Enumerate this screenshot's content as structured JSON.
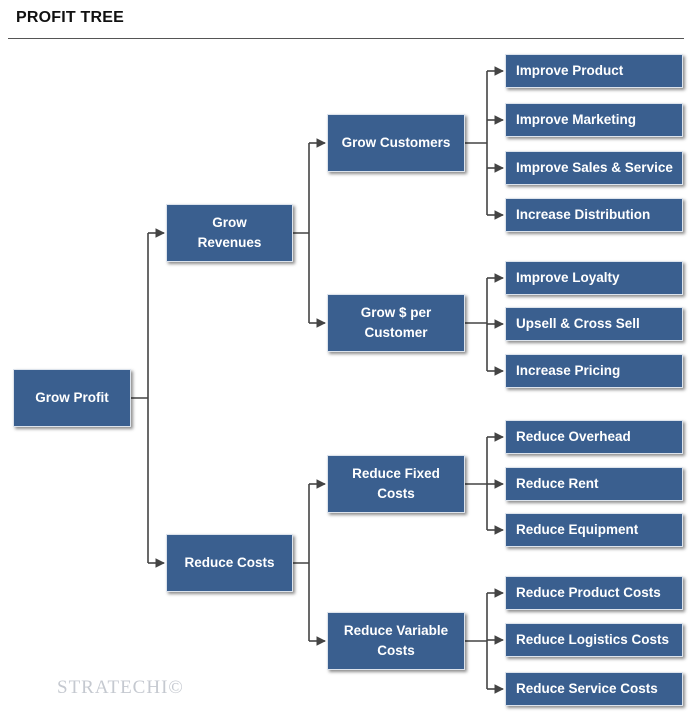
{
  "title": "PROFIT TREE",
  "watermark": "STRATECHI©",
  "colors": {
    "box_fill": "#3a5f8f",
    "line": "#444444",
    "text": "#ffffff"
  },
  "tree": {
    "root": "Grow Profit",
    "level1": {
      "revenues": "Grow\nRevenues",
      "costs": "Reduce Costs"
    },
    "level2": {
      "customers": "Grow Customers",
      "per_customer": "Grow $ per\nCustomer",
      "fixed": "Reduce Fixed\nCosts",
      "variable": "Reduce Variable\nCosts"
    },
    "leaves": {
      "customers": [
        "Improve Product",
        "Improve Marketing",
        "Improve Sales & Service",
        "Increase Distribution"
      ],
      "per_customer": [
        "Improve Loyalty",
        "Upsell & Cross Sell",
        "Increase Pricing"
      ],
      "fixed": [
        "Reduce Overhead",
        "Reduce Rent",
        "Reduce Equipment"
      ],
      "variable": [
        "Reduce Product Costs",
        "Reduce Logistics Costs",
        "Reduce Service Costs"
      ]
    }
  }
}
